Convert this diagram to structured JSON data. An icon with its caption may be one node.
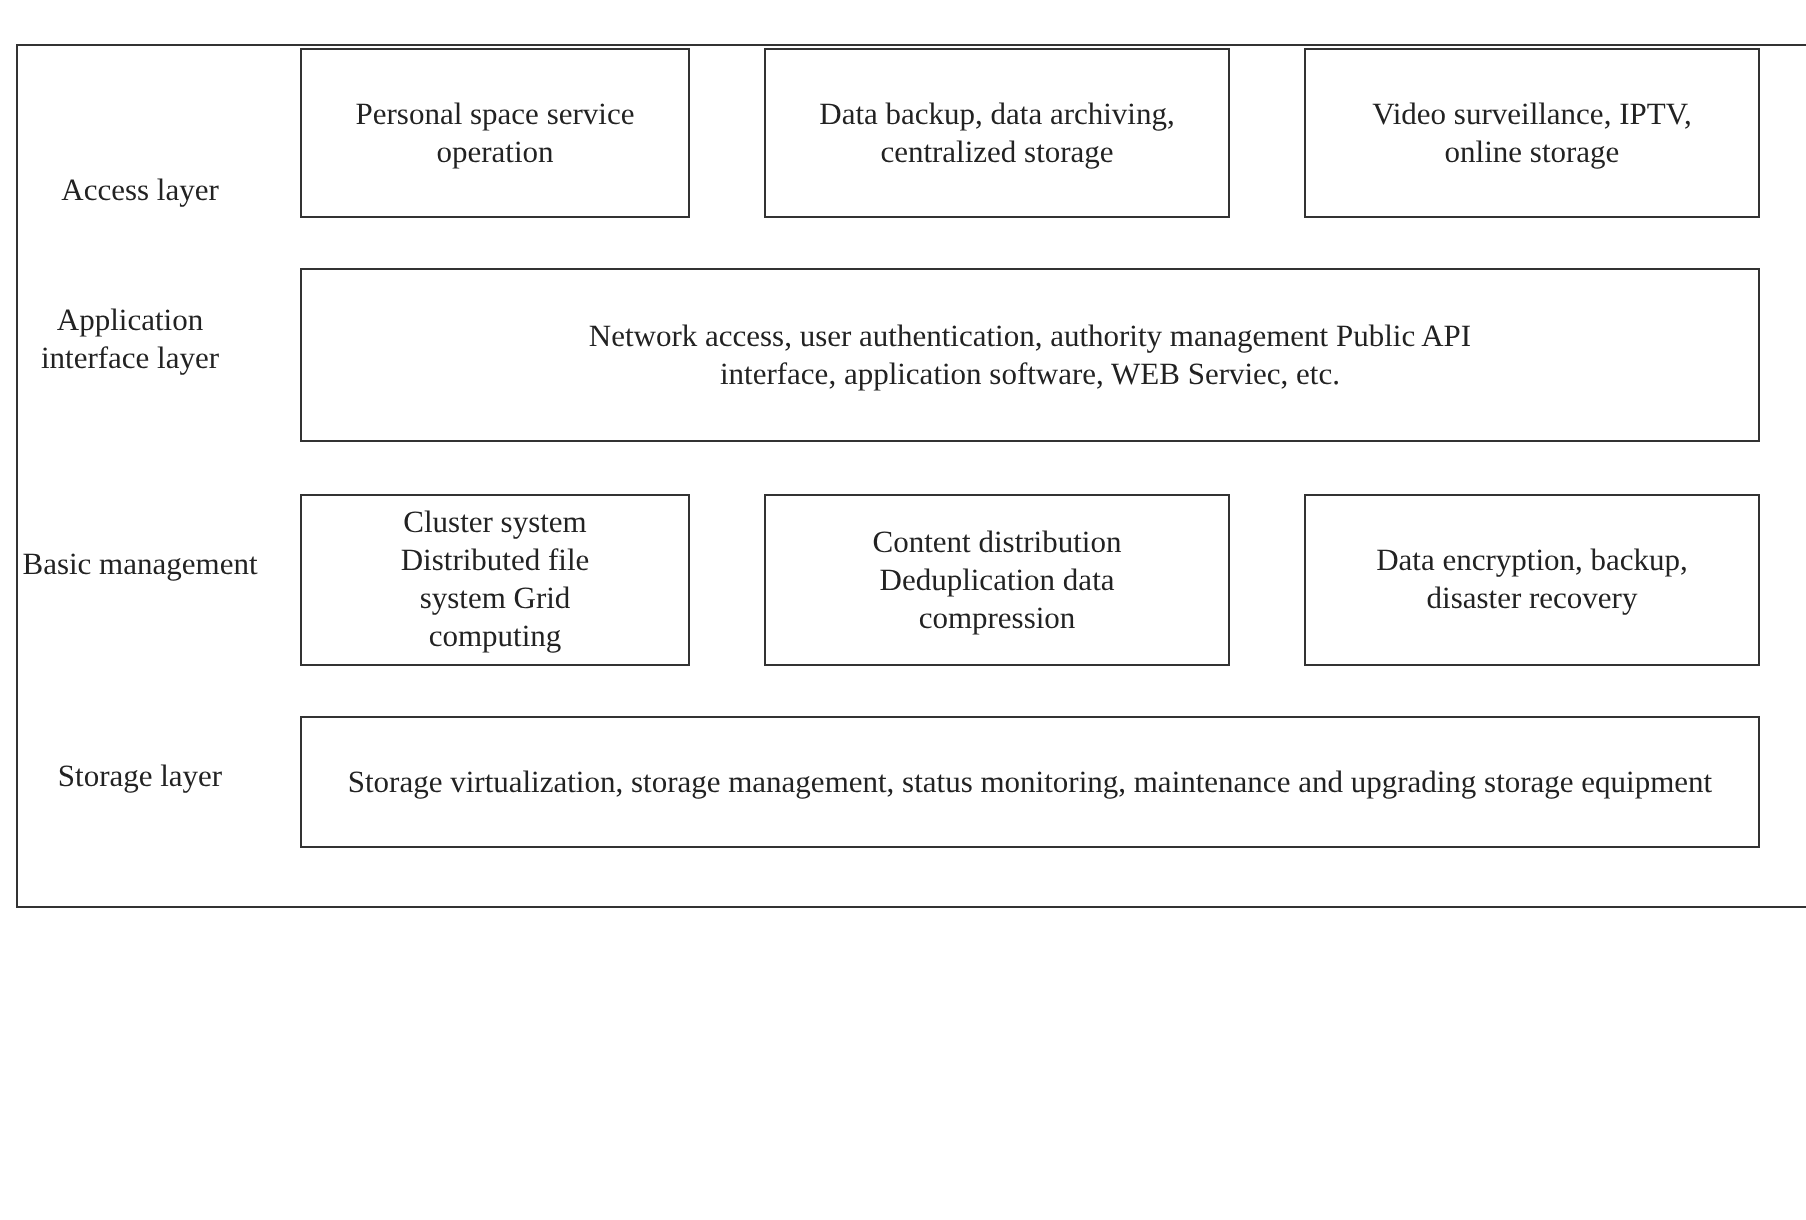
{
  "diagram": {
    "nodes": [
      {
        "text": [
          "Personal space service operation"
        ]
      },
      {
        "text": [
          "Data backup, data archiving, centralized storage"
        ]
      },
      {
        "text": [
          "Video surveillance, IPTV, online storage"
        ]
      },
      {
        "text": [
          "Network access, user authentication, authority management Public API interface, application software, WEB Serviec, etc."
        ]
      },
      {
        "text": [
          "Cluster system Distributed file system Grid computing"
        ]
      },
      {
        "text": [
          "Content distribution Deduplication data compression"
        ]
      },
      {
        "text": [
          "Data encryption, backup, disaster recovery"
        ]
      },
      {
        "text": [
          "Storage virtualization, storage management, status monitoring, maintenance and upgrading storage equipment"
        ]
      }
    ],
    "labels": [
      "Access layer",
      "Application interface layer",
      "Basic management",
      "Storage layer"
    ]
  }
}
